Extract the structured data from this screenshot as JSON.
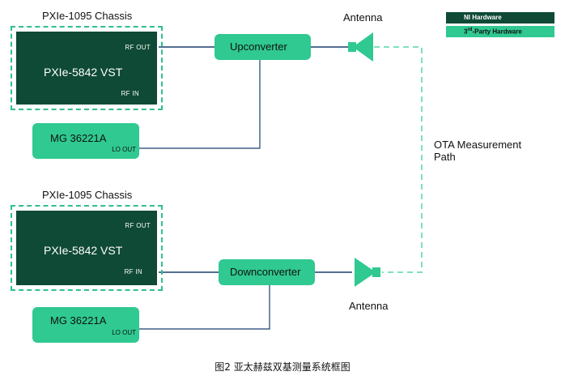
{
  "legend": {
    "ni": {
      "label": "NI Hardware",
      "color": "#0f4a36"
    },
    "third": {
      "label_base": "3",
      "label_sup": "rd",
      "label_rest": "-Party Hardware",
      "color": "#2fc991"
    }
  },
  "top": {
    "chassis_title": "PXIe-1095 Chassis",
    "vst_name": "PXIe-5842 VST",
    "rf_out": "RF OUT",
    "rf_in": "RF IN",
    "converter": "Upconverter",
    "mg_name": "MG 36221A",
    "lo_out": "LO OUT",
    "antenna": "Antenna"
  },
  "bottom": {
    "chassis_title": "PXIe-1095 Chassis",
    "vst_name": "PXIe-5842 VST",
    "rf_out": "RF OUT",
    "rf_in": "RF IN",
    "converter": "Downconverter",
    "mg_name": "MG 36221A",
    "lo_out": "LO OUT",
    "antenna": "Antenna"
  },
  "ota_label_line1": "OTA Measurement",
  "ota_label_line2": "Path",
  "caption": "图2 亚太赫兹双基测量系统框图",
  "colors": {
    "line": "#1a3f6e",
    "dashed_path": "#7fe0be",
    "antenna": "#2fc991"
  }
}
